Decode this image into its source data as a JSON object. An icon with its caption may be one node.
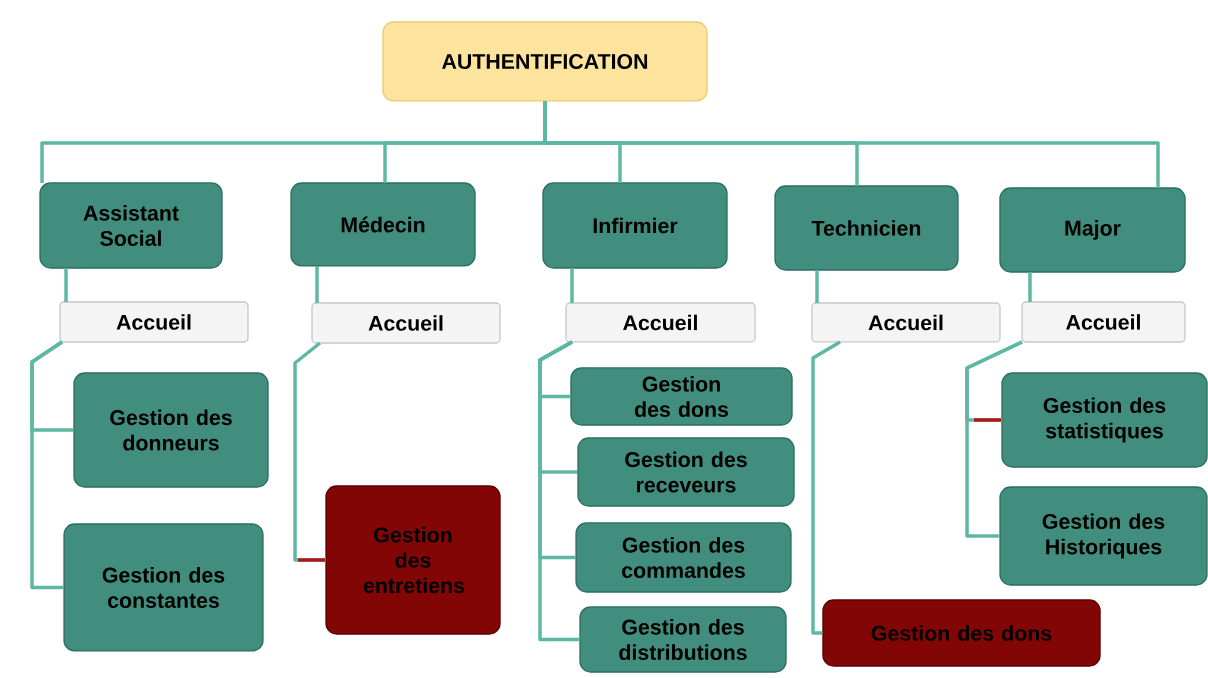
{
  "diagram": {
    "nodes": [
      {
        "text": [
          "AUTHENTIFICATION"
        ]
      },
      {
        "text": [
          "Assistant Social"
        ]
      },
      {
        "text": [
          "Médecin"
        ]
      },
      {
        "text": [
          "Infirmier"
        ]
      },
      {
        "text": [
          "Technicien"
        ]
      },
      {
        "text": [
          "Major"
        ]
      },
      {
        "text": [
          "Accueil"
        ]
      },
      {
        "text": [
          "Accueil"
        ]
      },
      {
        "text": [
          "Accueil"
        ]
      },
      {
        "text": [
          "Accueil"
        ]
      },
      {
        "text": [
          "Accueil"
        ]
      },
      {
        "text": [
          "Gestion des donneurs"
        ]
      },
      {
        "text": [
          "Gestion des constantes"
        ]
      },
      {
        "text": [
          "Gestion des entretiens"
        ]
      },
      {
        "text": [
          "Gestion des dons"
        ]
      },
      {
        "text": [
          "Gestion des receveurs"
        ]
      },
      {
        "text": [
          "Gestion des commandes"
        ]
      },
      {
        "text": [
          "Gestion des distributions"
        ]
      },
      {
        "text": [
          "Gestion des dons"
        ]
      },
      {
        "text": [
          "Gestion des statistiques"
        ]
      },
      {
        "text": [
          "Gestion des Historiques"
        ]
      }
    ],
    "edges": [
      {
        "from": 0,
        "to": 1,
        "arrow": "none"
      },
      {
        "from": 0,
        "to": 2,
        "arrow": "none"
      },
      {
        "from": 0,
        "to": 3,
        "arrow": "none"
      },
      {
        "from": 0,
        "to": 4,
        "arrow": "none"
      },
      {
        "from": 0,
        "to": 5,
        "arrow": "none"
      },
      {
        "from": 1,
        "to": 6,
        "arrow": "none"
      },
      {
        "from": 2,
        "to": 7,
        "arrow": "none"
      },
      {
        "from": 3,
        "to": 8,
        "arrow": "none"
      },
      {
        "from": 4,
        "to": 9,
        "arrow": "none"
      },
      {
        "from": 5,
        "to": 10,
        "arrow": "none"
      },
      {
        "from": 6,
        "to": 11,
        "arrow": "none"
      },
      {
        "from": 6,
        "to": 12,
        "arrow": "none"
      },
      {
        "from": 7,
        "to": 13,
        "arrow": "none"
      },
      {
        "from": 8,
        "to": 14,
        "arrow": "none"
      },
      {
        "from": 8,
        "to": 15,
        "arrow": "none"
      },
      {
        "from": 8,
        "to": 16,
        "arrow": "none"
      },
      {
        "from": 8,
        "to": 17,
        "arrow": "none"
      },
      {
        "from": 9,
        "to": 18,
        "arrow": "none"
      },
      {
        "from": 10,
        "to": 19,
        "arrow": "none"
      },
      {
        "from": 10,
        "to": 20,
        "arrow": "none"
      }
    ]
  }
}
